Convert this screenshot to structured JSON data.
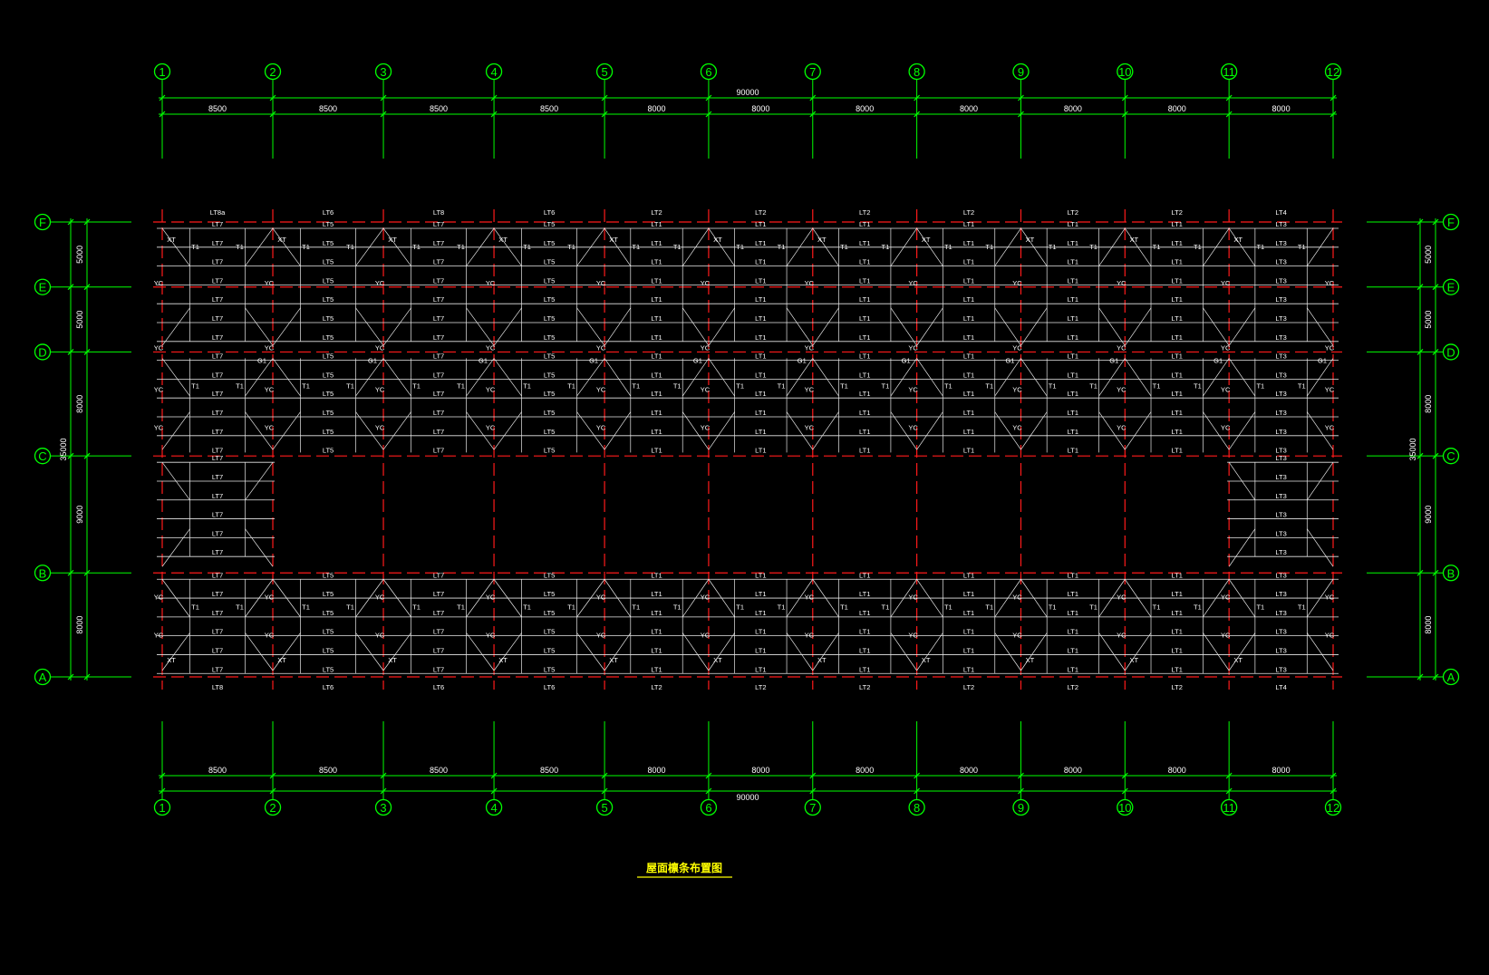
{
  "title": "屋面檩条布置图",
  "colors": {
    "axis": "#00ff00",
    "beam": "#ff1a1a",
    "purlin": "#e8e8e8",
    "title": "#ffff00"
  },
  "grid_x_labels": [
    "1",
    "2",
    "3",
    "4",
    "5",
    "6",
    "7",
    "8",
    "9",
    "10",
    "11",
    "12"
  ],
  "grid_y_labels": [
    "F",
    "E",
    "D",
    "C",
    "B",
    "A"
  ],
  "spans_x_mm": [
    8500,
    8500,
    8500,
    8500,
    8000,
    8000,
    8000,
    8000,
    8000,
    8000,
    8000
  ],
  "total_x": "90000",
  "spans_y_mm": [
    5000,
    5000,
    8000,
    9000,
    8000
  ],
  "total_y": "35000",
  "top_edge_labels": [
    "LT8a",
    "LT6",
    "LT8",
    "LT6",
    "LT2",
    "LT2",
    "LT2",
    "LT2",
    "LT2",
    "LT2",
    "LT4"
  ],
  "bottom_edge_labels": [
    "LT8",
    "LT6",
    "LT6",
    "LT6",
    "LT2",
    "LT2",
    "LT2",
    "LT2",
    "LT2",
    "LT2",
    "LT4"
  ],
  "bay_purlin_marks": [
    "LT7",
    "LT5",
    "LT7",
    "LT5",
    "LT1",
    "LT1",
    "LT1",
    "LT1",
    "LT1",
    "LT1",
    "LT3"
  ],
  "support_marks": {
    "tie": "T1",
    "brace": "XT",
    "post": "YC",
    "corner": "G1"
  }
}
